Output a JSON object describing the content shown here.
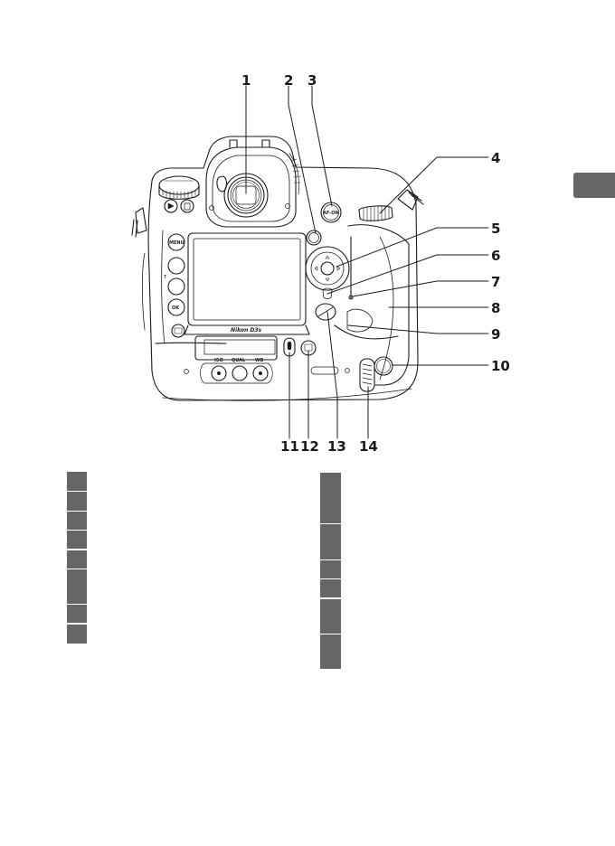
{
  "page": {
    "section_tab": {
      "color": "#666666",
      "label": ""
    }
  },
  "diagram": {
    "subject": "Camera body (rear view)",
    "brand_plate": "Nikon D3s",
    "button_labels": {
      "menu": "MENU",
      "ok": "OK",
      "af_on": "AF-ON",
      "iso": "ISO",
      "qual": "QUAL",
      "wb": "WB",
      "help": "?"
    },
    "callouts": [
      {
        "id": 1,
        "label": "1"
      },
      {
        "id": 2,
        "label": "2"
      },
      {
        "id": 3,
        "label": "3"
      },
      {
        "id": 4,
        "label": "4"
      },
      {
        "id": 5,
        "label": "5"
      },
      {
        "id": 6,
        "label": "6"
      },
      {
        "id": 7,
        "label": "7"
      },
      {
        "id": 8,
        "label": "8"
      },
      {
        "id": 9,
        "label": "9"
      },
      {
        "id": 10,
        "label": "10"
      },
      {
        "id": 11,
        "label": "11"
      },
      {
        "id": 12,
        "label": "12"
      },
      {
        "id": 13,
        "label": "13"
      },
      {
        "id": 14,
        "label": "14"
      }
    ]
  },
  "legend_tables": {
    "left": {
      "rows": [
        {
          "number": "",
          "text": ""
        },
        {
          "number": "",
          "text": ""
        },
        {
          "number": "",
          "text": ""
        },
        {
          "number": "",
          "text": ""
        },
        {
          "number": "",
          "text": ""
        },
        {
          "number": "",
          "text": ""
        },
        {
          "number": "",
          "text": ""
        },
        {
          "number": "",
          "text": ""
        }
      ]
    },
    "right": {
      "rows": [
        {
          "number": "",
          "text": ""
        },
        {
          "number": "",
          "text": ""
        },
        {
          "number": "",
          "text": ""
        },
        {
          "number": "",
          "text": ""
        },
        {
          "number": "",
          "text": ""
        },
        {
          "number": "",
          "text": ""
        }
      ]
    },
    "cell_color": "#666666"
  }
}
